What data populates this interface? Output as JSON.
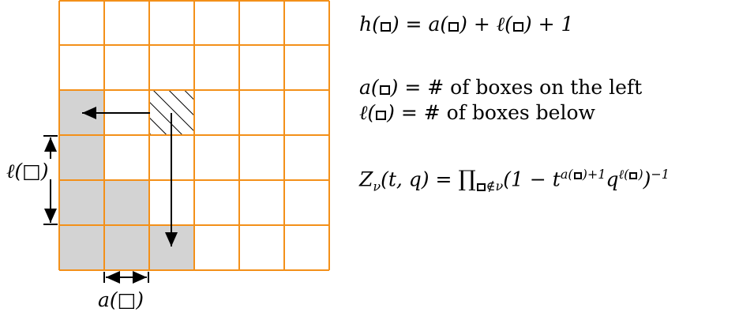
{
  "grid": {
    "columns": 6,
    "rows": 6,
    "line_color": "#f39019",
    "shaded_color": "#d3d3d3",
    "shaded_cells": [
      [
        2,
        0
      ],
      [
        3,
        0
      ],
      [
        4,
        0
      ],
      [
        4,
        1
      ],
      [
        5,
        0
      ],
      [
        5,
        1
      ],
      [
        5,
        2
      ]
    ],
    "hatched_cell": [
      2,
      2
    ]
  },
  "labels": {
    "leg_label": "ℓ(□)",
    "arm_label": "a(□)"
  },
  "formulas": {
    "hook": "h(□) = a(□) + ℓ(□) + 1",
    "arm_def": "a(□) = # of boxes on the left",
    "leg_def": "ℓ(□) = # of boxes below",
    "partition_function": "Z_ν(t,q) = ∏_{□∉ν}(1 − t^{a(□)+1} q^{ℓ(□)})^{−1}"
  }
}
